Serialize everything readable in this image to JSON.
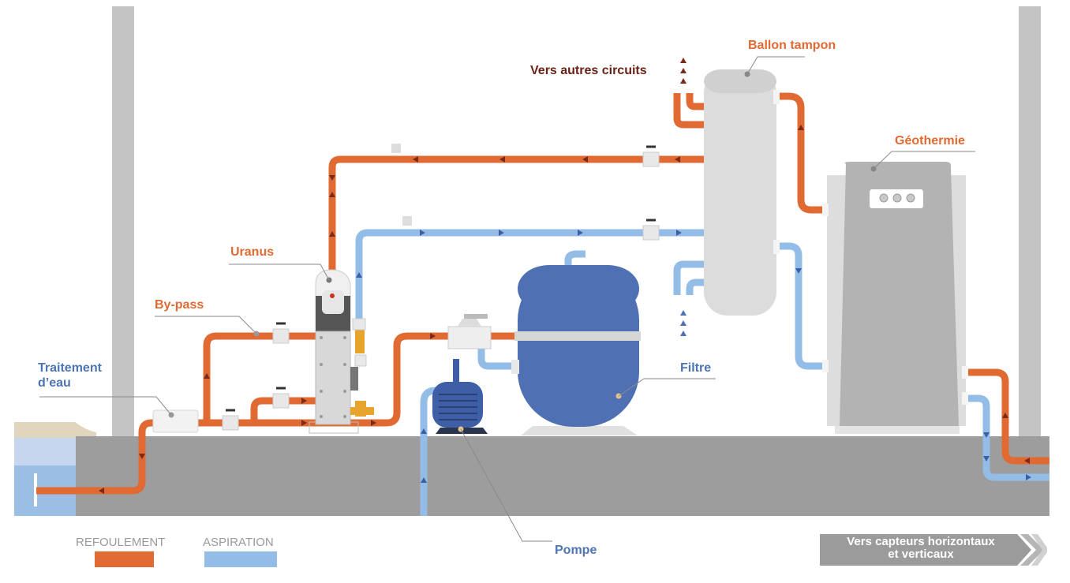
{
  "labels": {
    "ballon_tampon": "Ballon tampon",
    "vers_autres_circuits": "Vers autres circuits",
    "geothermie": "Géothermie",
    "uranus": "Uranus",
    "by_pass": "By-pass",
    "traitement_line1": "Traitement",
    "traitement_line2": "d’eau",
    "filtre": "Filtre",
    "pompe": "Pompe"
  },
  "legend": {
    "refoulement": "REFOULEMENT",
    "aspiration": "ASPIRATION"
  },
  "cta": {
    "line1": "Vers capteurs horizontaux",
    "line2": "et verticaux"
  },
  "colors": {
    "refoulement": "#e06a32",
    "aspiration": "#93bde6",
    "ground": "#9d9d9d",
    "wall": "#c4c4c4",
    "filter_tank": "#4f70b2",
    "buffer_tank": "#dcdcdc",
    "heat_pump": "#b3b3b3",
    "label_orange": "#e06a32",
    "label_blue": "#4d74b4",
    "label_dark": "#6a2116",
    "legend_text": "#9a9a9a",
    "cta_bg": "#9b9b9b"
  }
}
